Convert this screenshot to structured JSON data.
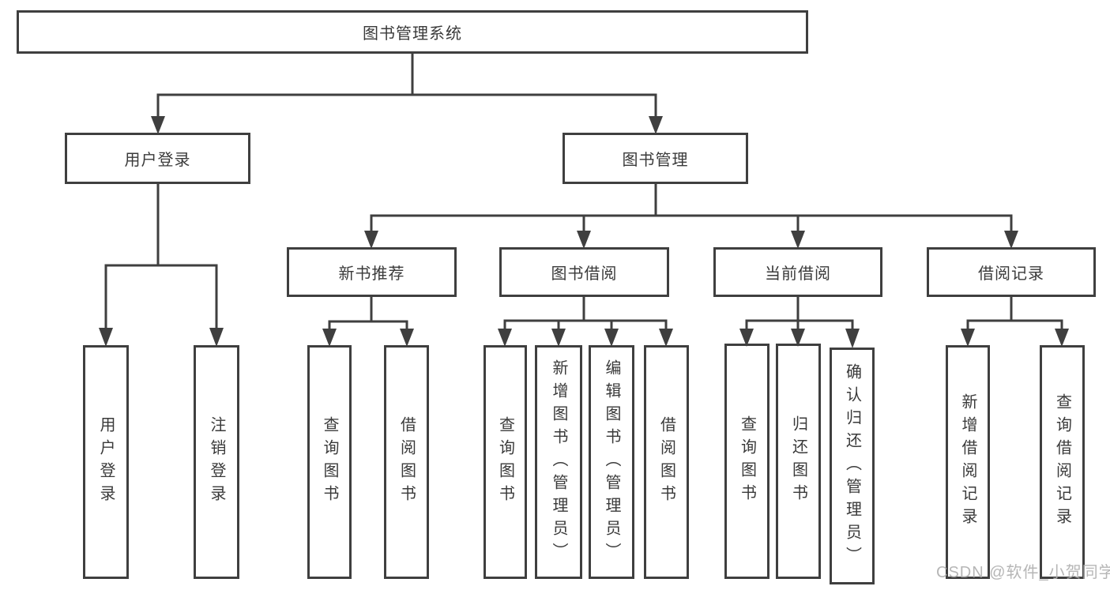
{
  "tree": {
    "root": {
      "label": "图书管理系统"
    },
    "user_login": {
      "label": "用户登录",
      "children": [
        {
          "label": "用户登录"
        },
        {
          "label": "注销登录"
        }
      ]
    },
    "book_mgmt": {
      "label": "图书管理",
      "children": [
        {
          "label": "新书推荐",
          "children": [
            {
              "label": "查询图书"
            },
            {
              "label": "借阅图书"
            }
          ]
        },
        {
          "label": "图书借阅",
          "children": [
            {
              "label": "查询图书"
            },
            {
              "label": "新增图书（管理员）"
            },
            {
              "label": "编辑图书（管理员）"
            },
            {
              "label": "借阅图书"
            }
          ]
        },
        {
          "label": "当前借阅",
          "children": [
            {
              "label": "查询图书"
            },
            {
              "label": "归还图书"
            },
            {
              "label": "确认归还（管理员）"
            }
          ]
        },
        {
          "label": "借阅记录",
          "children": [
            {
              "label": "新增借阅记录"
            },
            {
              "label": "查询借阅记录"
            }
          ]
        }
      ]
    }
  },
  "watermark": {
    "text": "CSDN @软件_小贺同学"
  },
  "colors": {
    "line": "#3f3f3f",
    "text": "#3a3a3a",
    "background": "#ffffff",
    "watermark": "#b0b0b0"
  }
}
